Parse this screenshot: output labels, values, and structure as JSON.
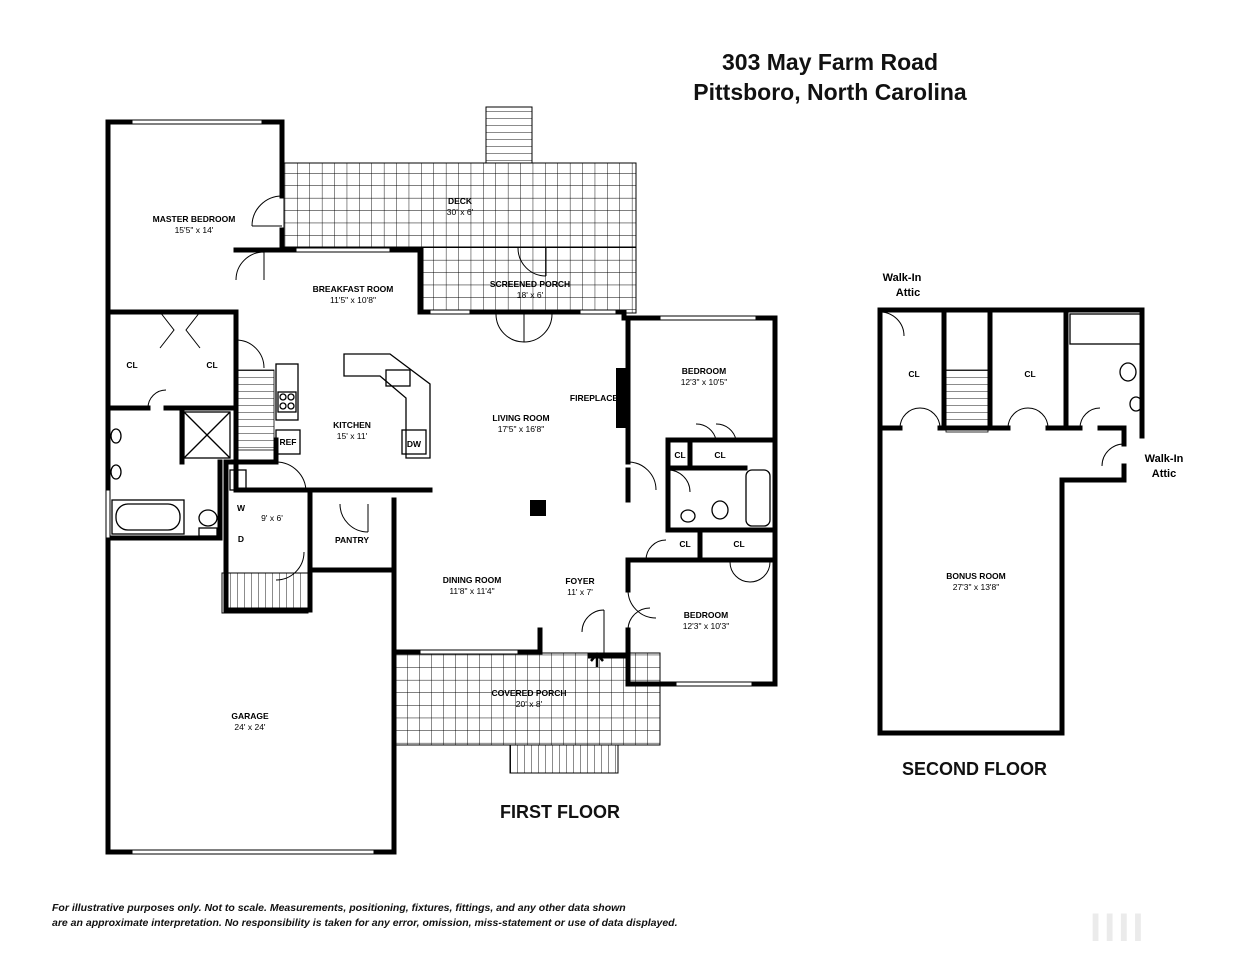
{
  "title": {
    "line1": "303 May Farm Road",
    "line2": "Pittsboro, North Carolina"
  },
  "floors": {
    "first": "FIRST FLOOR",
    "second": "SECOND FLOOR"
  },
  "rooms": {
    "master_bedroom": {
      "name": "MASTER BEDROOM",
      "dims": "15'5\" x 14'"
    },
    "deck": {
      "name": "DECK",
      "dims": "30' x 6'"
    },
    "breakfast_room": {
      "name": "BREAKFAST ROOM",
      "dims": "11'5\" x 10'8\""
    },
    "screened_porch": {
      "name": "SCREENED PORCH",
      "dims": "18' x 6'"
    },
    "kitchen": {
      "name": "KITCHEN",
      "dims": "15' x 11'"
    },
    "living_room": {
      "name": "LIVING ROOM",
      "dims": "17'5\" x 16'8\""
    },
    "bedroom_upper": {
      "name": "BEDROOM",
      "dims": "12'3\" x 10'5\""
    },
    "laundry": {
      "dims": "9' x 6'"
    },
    "pantry": {
      "name": "PANTRY"
    },
    "dining_room": {
      "name": "DINING ROOM",
      "dims": "11'8\" x 11'4\""
    },
    "foyer": {
      "name": "FOYER",
      "dims": "11' x 7'"
    },
    "bedroom_lower": {
      "name": "BEDROOM",
      "dims": "12'3\" x 10'3\""
    },
    "covered_porch": {
      "name": "COVERED PORCH",
      "dims": "20' x 8'"
    },
    "garage": {
      "name": "GARAGE",
      "dims": "24' x 24'"
    },
    "bonus_room": {
      "name": "BONUS ROOM",
      "dims": "27'3\" x 13'8\""
    }
  },
  "labels": {
    "closet": "CL",
    "fireplace": "FIREPLACE",
    "refrigerator": "REF",
    "dishwasher": "DW",
    "washer": "W",
    "dryer": "D",
    "walk_in_attic_1": "Walk-In\nAttic",
    "walk_in_attic_2": "Walk-In\nAttic"
  },
  "disclaimer": {
    "line1": "For illustrative purposes only. Not to scale. Measurements, positioning, fixtures, fittings, and any other data shown",
    "line2": "are an approximate interpretation. No responsibility is taken for any error, omission, miss-statement or use of data displayed."
  },
  "watermark": "IIII"
}
